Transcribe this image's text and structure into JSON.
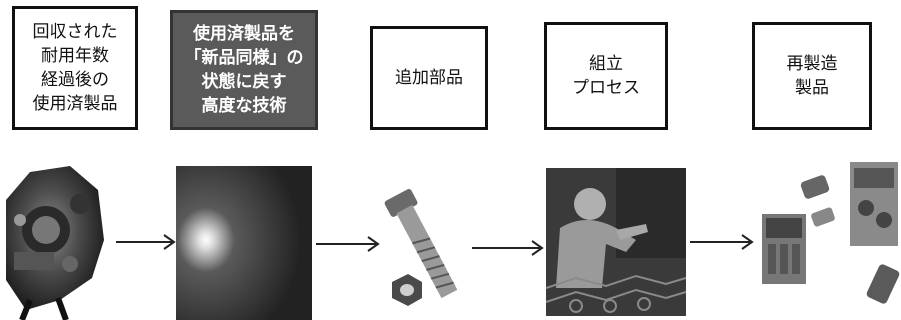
{
  "steps": [
    {
      "label": "回収された\n耐用年数\n経過後の\n使用済製品",
      "highlighted": false,
      "image": "used-engine"
    },
    {
      "label": "使用済製品を\n「新品同様」の\n状態に戻す\n高度な技術",
      "highlighted": true,
      "image": "restoration-glow"
    },
    {
      "label": "追加部品",
      "highlighted": false,
      "image": "bolt-and-nut"
    },
    {
      "label": "組立\nプロセス",
      "highlighted": false,
      "image": "assembly-worker"
    },
    {
      "label": "再製造\n製品",
      "highlighted": false,
      "image": "remanufactured-parts"
    }
  ],
  "colors": {
    "highlight_fill": "#5a5a5a",
    "border": "#111111",
    "arrow": "#222222"
  }
}
